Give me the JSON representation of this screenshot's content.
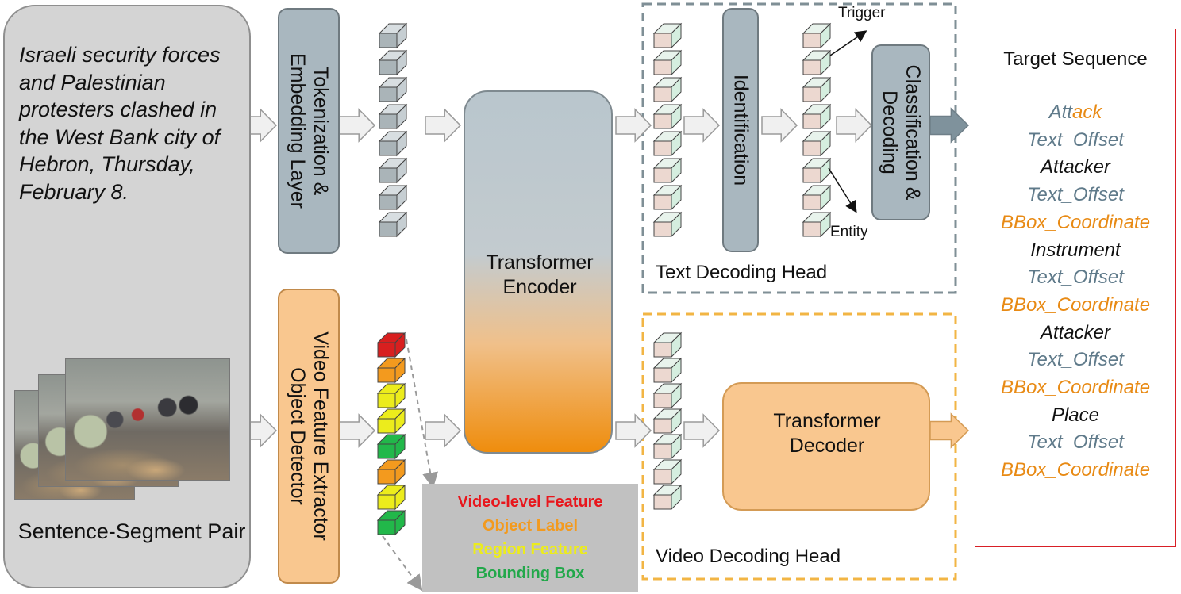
{
  "input": {
    "sentence": "Israeli security forces and Palestinian protesters clashed in the West Bank city of Hebron, Thursday, February 8.",
    "caption": "Sentence-Segment Pair"
  },
  "blocks": {
    "tokenization": "Tokenization & Embedding Layer",
    "video_extractor": "Video Feature Extractor Object Detector",
    "encoder": "Transformer Encoder",
    "identification": "Identification",
    "classification": "Classification & Decoding",
    "decoder": "Transformer Decoder"
  },
  "heads": {
    "text": "Text Decoding Head",
    "video": "Video Decoding Head",
    "trigger": "Trigger",
    "entity": "Entity"
  },
  "legend": [
    {
      "label": "Video-level Feature",
      "color": "#e8161c"
    },
    {
      "label": "Object Label",
      "color": "#f39a1e"
    },
    {
      "label": "Region Feature",
      "color": "#ecec1c"
    },
    {
      "label": "Bounding Box",
      "color": "#22a84a"
    }
  ],
  "target": {
    "title": "Target Sequence",
    "items": [
      {
        "parts": [
          {
            "text": "Att",
            "color": "#5f7a8a"
          },
          {
            "text": "ack",
            "color": "#e88a14"
          }
        ]
      },
      {
        "parts": [
          {
            "text": "Text_Offset",
            "color": "#5f7a8a"
          }
        ]
      },
      {
        "parts": [
          {
            "text": "Attacker",
            "color": "#111111"
          }
        ]
      },
      {
        "parts": [
          {
            "text": "Text_Offset",
            "color": "#5f7a8a"
          }
        ]
      },
      {
        "parts": [
          {
            "text": "BBox_Coordinate",
            "color": "#e88a14"
          }
        ]
      },
      {
        "parts": [
          {
            "text": "Instrument",
            "color": "#111111"
          }
        ]
      },
      {
        "parts": [
          {
            "text": "Text_Offset",
            "color": "#5f7a8a"
          }
        ]
      },
      {
        "parts": [
          {
            "text": "BBox_Coordinate",
            "color": "#e88a14"
          }
        ]
      },
      {
        "parts": [
          {
            "text": "Attacker",
            "color": "#111111"
          }
        ]
      },
      {
        "parts": [
          {
            "text": "Text_Offset",
            "color": "#5f7a8a"
          }
        ]
      },
      {
        "parts": [
          {
            "text": "BBox_Coordinate",
            "color": "#e88a14"
          }
        ]
      },
      {
        "parts": [
          {
            "text": "Place",
            "color": "#111111"
          }
        ]
      },
      {
        "parts": [
          {
            "text": "Text_Offset",
            "color": "#5f7a8a"
          }
        ]
      },
      {
        "parts": [
          {
            "text": "BBox_Coordinate",
            "color": "#e88a14"
          }
        ]
      }
    ]
  },
  "colors": {
    "text_head_border": "#7f8f96",
    "video_head_border": "#f2b544",
    "token_pink": "#ecd8d0",
    "token_green": "#d5eedf",
    "token_gray": "#aab4b8",
    "arrow_fill": "#f0f0f0",
    "arrow_stroke": "#9a9a9a"
  }
}
